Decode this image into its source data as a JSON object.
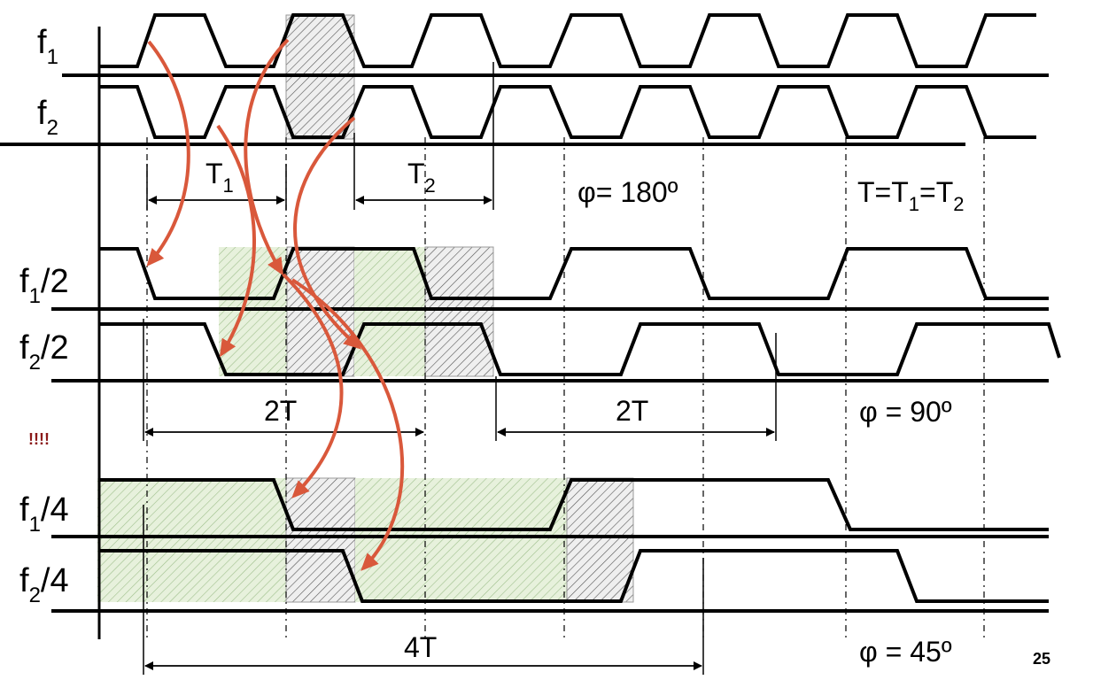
{
  "signals": [
    {
      "name": "f",
      "sub": "1"
    },
    {
      "name": "f",
      "sub": "2"
    },
    {
      "name": "f",
      "sub": "1",
      "suffix": "/2"
    },
    {
      "name": "f",
      "sub": "2",
      "suffix": "/2"
    },
    {
      "name": "f",
      "sub": "1",
      "suffix": "/4"
    },
    {
      "name": "f",
      "sub": "2",
      "suffix": "/4"
    }
  ],
  "measurements": {
    "t1": {
      "main": "T",
      "sub": "1"
    },
    "t2": {
      "main": "T",
      "sub": "2"
    },
    "two_t_left": "2T",
    "two_t_right": "2T",
    "four_t": "4T"
  },
  "phase_labels": {
    "phi_180": "φ= 180º",
    "phi_90": "φ = 90º",
    "phi_45": "φ = 45º"
  },
  "period_equation": {
    "a": "T=T",
    "sub1": "1",
    "b": "=T",
    "sub2": "2"
  },
  "exclamation": "!!!!",
  "page_number": "25",
  "colors": {
    "curve_arrow": "#d9583b",
    "green_hatch": "#e7f1dc",
    "gray_hatch": "#ebebeb",
    "exclamation": "#8b1a1a"
  }
}
